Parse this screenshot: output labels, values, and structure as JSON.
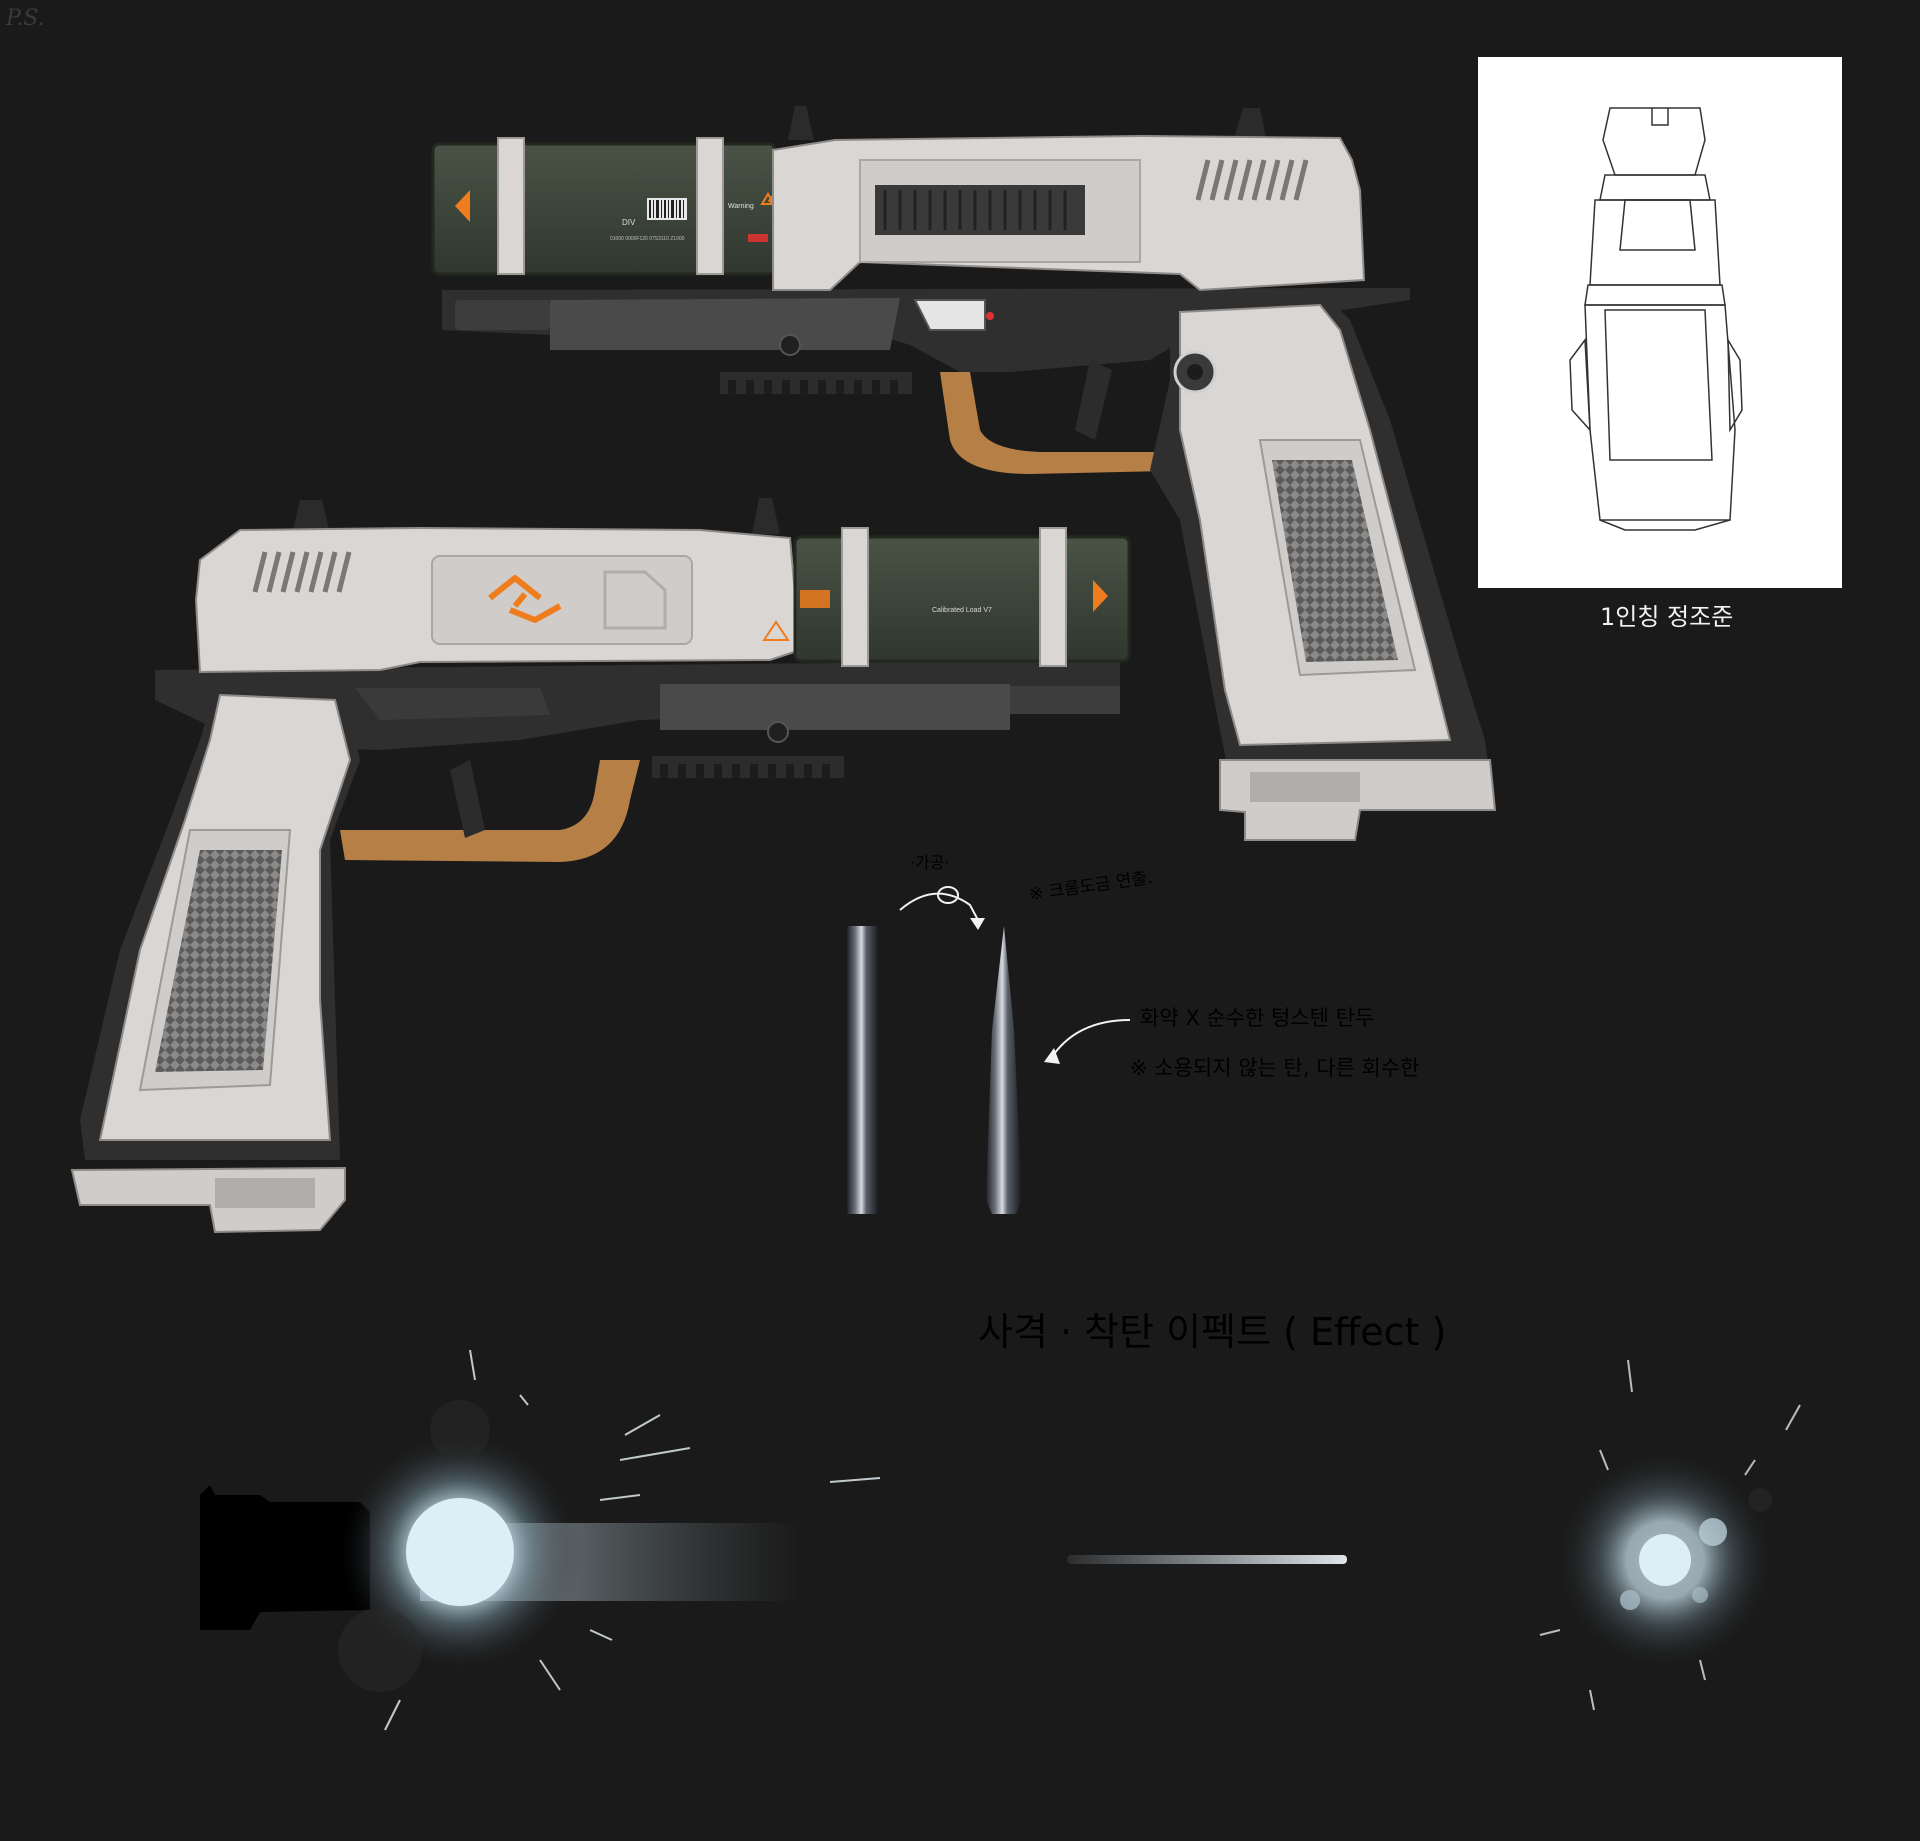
{
  "signature": "P.S.",
  "gun_top": {
    "warning_label": "Warning",
    "barcode_caption": "DIV",
    "tiny_code": "01000 0000F120 07S3110 Z1000"
  },
  "gun_bottom": {
    "magazine_label": "Calibrated Load V7"
  },
  "front_view_caption": "1인칭 정조준",
  "processing_note": "·가공·",
  "chrome_note": "※ 크롬도금 연출.",
  "bullet_note_1": "화약 X  순수한 텅스텐 탄두",
  "bullet_note_2": "※ 소용되지 않는 탄, 다른 회수한",
  "effect_title": "사격 · 착탄 이펙트 ( Effect )",
  "colors": {
    "background": "#1a1a1a",
    "shell_white": "#d9d6d3",
    "shell_shadow": "#a9a6a3",
    "frame_dark": "#2f2f30",
    "magazine_green": "#3a4237",
    "trigger_tan": "#b57f45",
    "accent_orange": "#ef7d1e",
    "grip_texture": "#6e6e6e"
  }
}
